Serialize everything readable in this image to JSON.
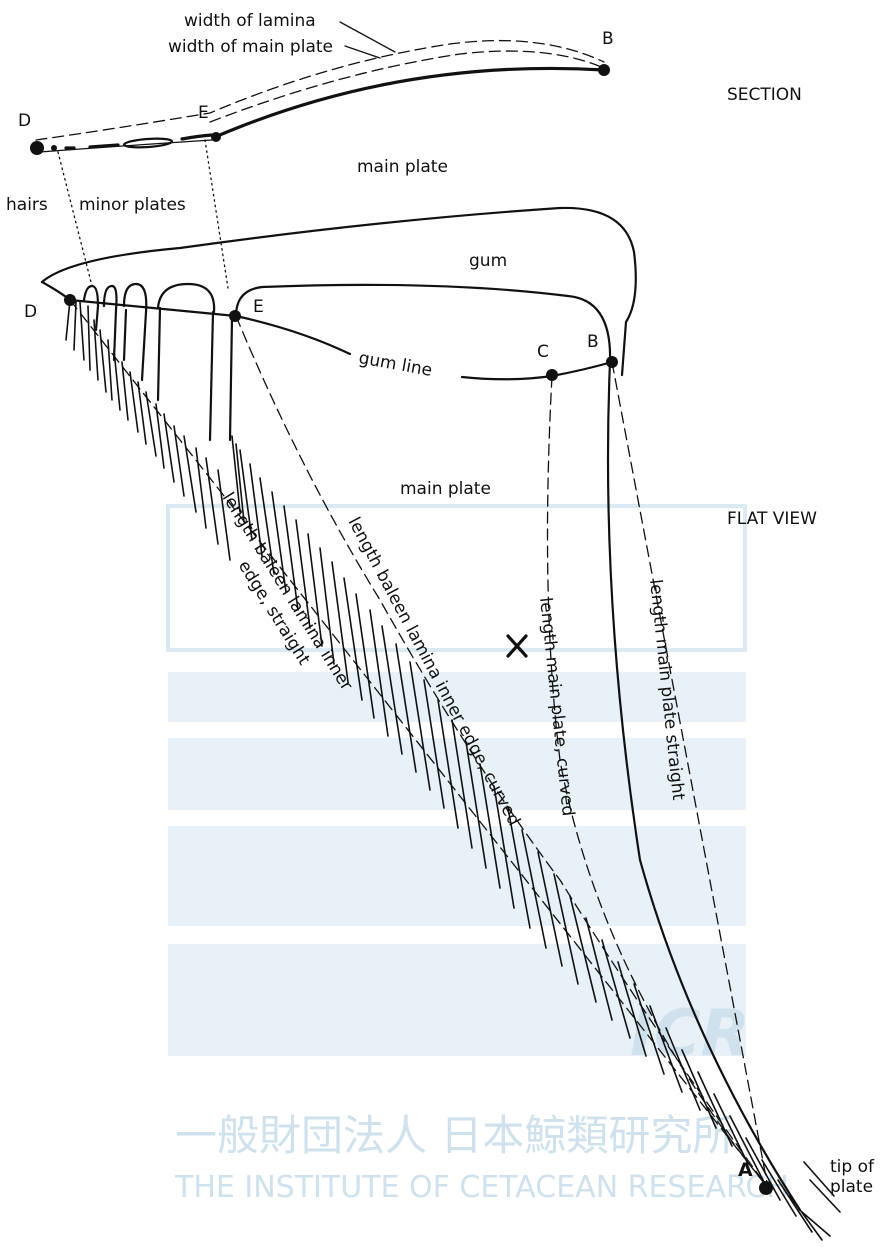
{
  "section": {
    "label": "SECTION",
    "width_of_lamina": "width of lamina",
    "width_of_main_plate": "width of main plate",
    "point_b": "B",
    "point_d": "D",
    "point_e": "E",
    "main_plate": "main plate",
    "hairs": "hairs",
    "minor_plates": "minor plates"
  },
  "flat_view": {
    "label": "FLAT VIEW",
    "gum": "gum",
    "gum_line": "gum line",
    "point_d": "D",
    "point_e": "E",
    "point_c": "C",
    "point_b": "B",
    "point_a": "A",
    "main_plate": "main plate",
    "tip_of_plate_line1": "tip of",
    "tip_of_plate_line2": "plate",
    "length_inner_straight_line1": "length baleen lamina inner",
    "length_inner_straight_line2": "edge, straight",
    "length_inner_curved": "length baleen lamina inner edge, curved",
    "length_main_curved": "length main plate, curved",
    "length_main_straight": "length main plate straight"
  },
  "watermark": {
    "org_japanese": "一般財団法人 日本鯨類研究所",
    "org_english": "THE INSTITUTE OF CETACEAN RESEARCH",
    "logo_text": "ICR",
    "color": "#cfe1ec"
  }
}
